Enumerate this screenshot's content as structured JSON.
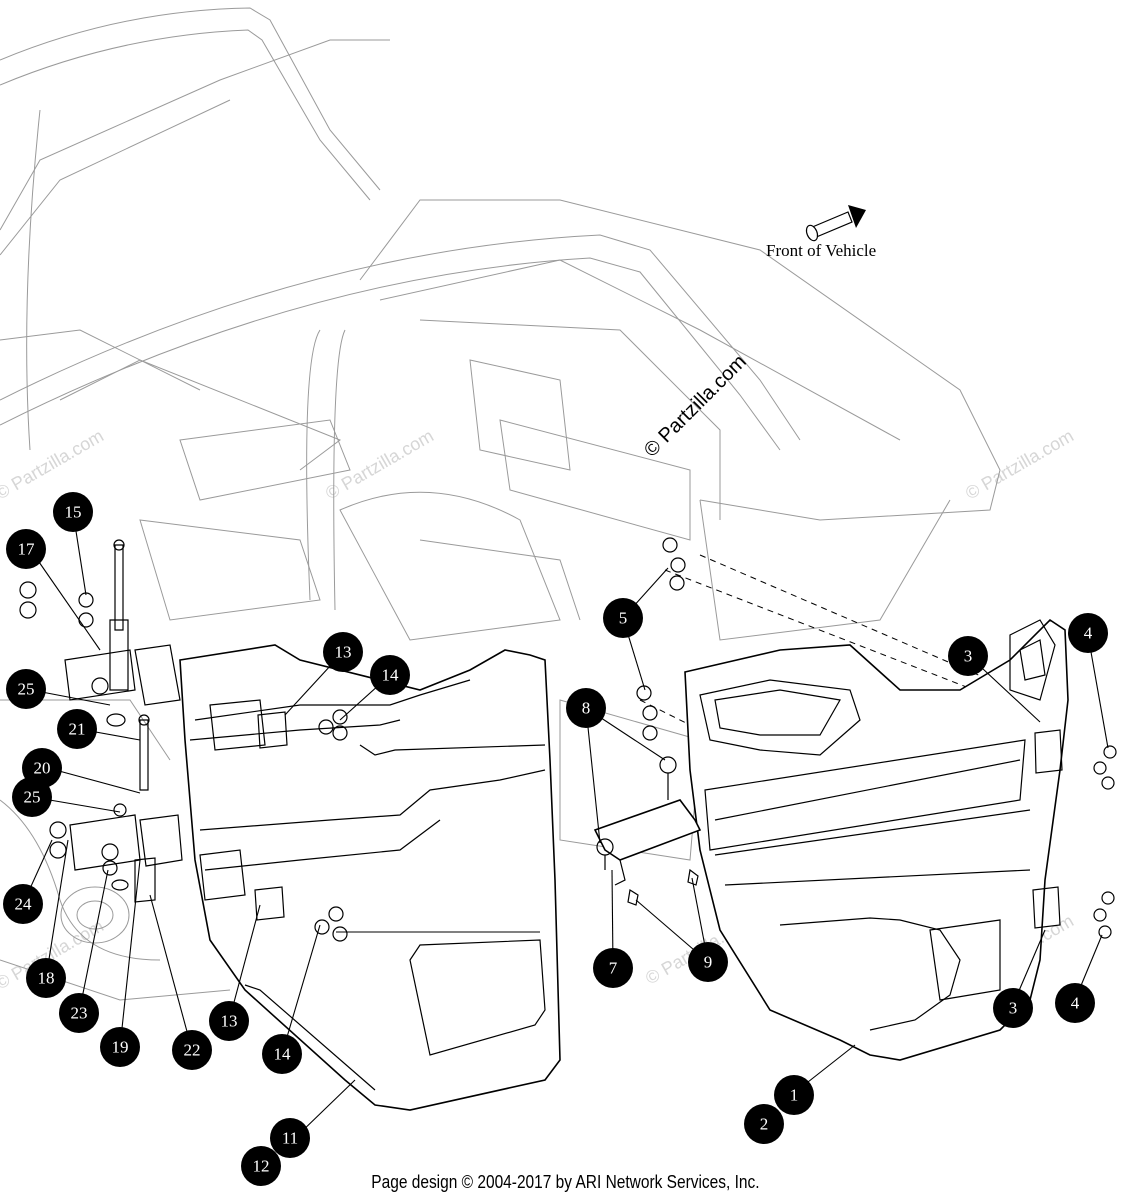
{
  "front_label": "Front of Vehicle",
  "watermark": "© Partzilla.com",
  "copyright": "Page design © 2004-2017 by ARI Network Services, Inc.",
  "callout_color": "#000000",
  "icons": [
    "front-direction-arrow-icon"
  ],
  "callouts": [
    {
      "id": "c1",
      "label": "1"
    },
    {
      "id": "c2",
      "label": "2"
    },
    {
      "id": "c3a",
      "label": "3"
    },
    {
      "id": "c3b",
      "label": "3"
    },
    {
      "id": "c4a",
      "label": "4"
    },
    {
      "id": "c4b",
      "label": "4"
    },
    {
      "id": "c5",
      "label": "5"
    },
    {
      "id": "c7",
      "label": "7"
    },
    {
      "id": "c8",
      "label": "8"
    },
    {
      "id": "c9",
      "label": "9"
    },
    {
      "id": "c11",
      "label": "11"
    },
    {
      "id": "c12",
      "label": "12"
    },
    {
      "id": "c13a",
      "label": "13"
    },
    {
      "id": "c13b",
      "label": "13"
    },
    {
      "id": "c14a",
      "label": "14"
    },
    {
      "id": "c14b",
      "label": "14"
    },
    {
      "id": "c15",
      "label": "15"
    },
    {
      "id": "c17",
      "label": "17"
    },
    {
      "id": "c18",
      "label": "18"
    },
    {
      "id": "c19",
      "label": "19"
    },
    {
      "id": "c20",
      "label": "20"
    },
    {
      "id": "c21",
      "label": "21"
    },
    {
      "id": "c22",
      "label": "22"
    },
    {
      "id": "c23",
      "label": "23"
    },
    {
      "id": "c24",
      "label": "24"
    },
    {
      "id": "c25a",
      "label": "25"
    },
    {
      "id": "c25b",
      "label": "25"
    }
  ]
}
